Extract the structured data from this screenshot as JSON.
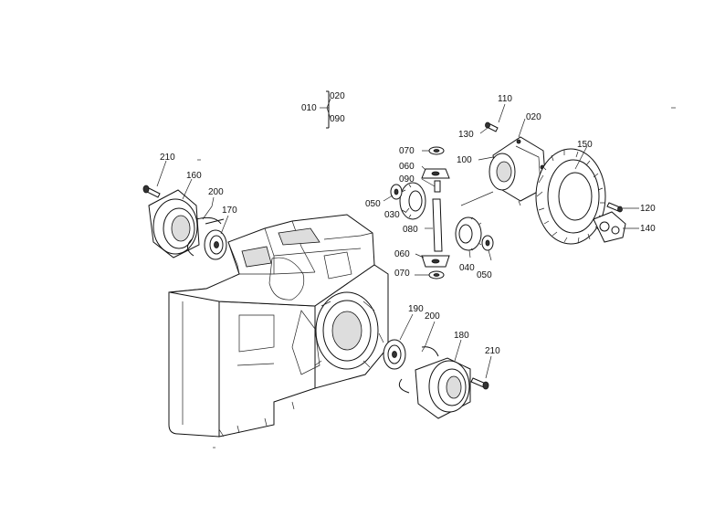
{
  "diagram": {
    "callouts": [
      {
        "id": "c010",
        "label": "010"
      },
      {
        "id": "c020a",
        "label": "020"
      },
      {
        "id": "c090a",
        "label": "090"
      },
      {
        "id": "c110",
        "label": "110"
      },
      {
        "id": "c130",
        "label": "130"
      },
      {
        "id": "c020b",
        "label": "020"
      },
      {
        "id": "c150",
        "label": "150"
      },
      {
        "id": "c070a",
        "label": "070"
      },
      {
        "id": "c060a",
        "label": "060"
      },
      {
        "id": "c100",
        "label": "100"
      },
      {
        "id": "c090b",
        "label": "090"
      },
      {
        "id": "c050a",
        "label": "050"
      },
      {
        "id": "c030",
        "label": "030"
      },
      {
        "id": "c120",
        "label": "120"
      },
      {
        "id": "c140",
        "label": "140"
      },
      {
        "id": "c080",
        "label": "080"
      },
      {
        "id": "c060b",
        "label": "060"
      },
      {
        "id": "c040",
        "label": "040"
      },
      {
        "id": "c050b",
        "label": "050"
      },
      {
        "id": "c070b",
        "label": "070"
      },
      {
        "id": "c210a",
        "label": "210"
      },
      {
        "id": "c160",
        "label": "160"
      },
      {
        "id": "c200a",
        "label": "200"
      },
      {
        "id": "c170",
        "label": "170"
      },
      {
        "id": "c190",
        "label": "190"
      },
      {
        "id": "c200b",
        "label": "200"
      },
      {
        "id": "c180",
        "label": "180"
      },
      {
        "id": "c210b",
        "label": "210"
      }
    ]
  }
}
